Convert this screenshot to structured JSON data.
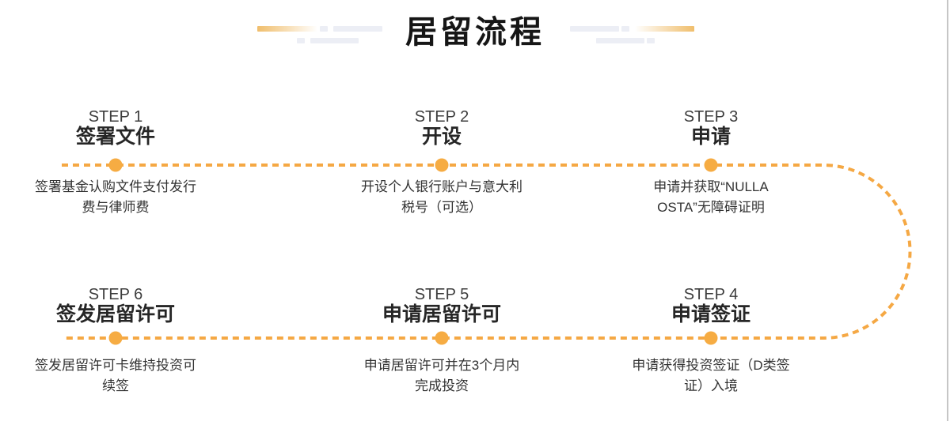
{
  "title": "居留流程",
  "colors": {
    "dash": "#F5A844",
    "dot": "#F6AC43",
    "gold": "#F0BE6C",
    "grayBar": "#ECEEF5"
  },
  "steps": [
    {
      "label": "STEP 1",
      "name": "签署文件",
      "desc_lines": [
        "签署基金认购文件支付发行",
        "费与律师费"
      ]
    },
    {
      "label": "STEP 2",
      "name": "开设",
      "desc_lines": [
        "开设个人银行账户与意大利",
        "税号（可选）"
      ]
    },
    {
      "label": "STEP 3",
      "name": "申请",
      "desc_lines": [
        "申请并获取“NULLA",
        "OSTA”无障碍证明"
      ]
    },
    {
      "label": "STEP 4",
      "name": "申请签证",
      "desc_lines": [
        "申请获得投资签证（D类签",
        "证）入境"
      ]
    },
    {
      "label": "STEP 5",
      "name": "申请居留许可",
      "desc_lines": [
        "申请居留许可并在3个月内",
        "完成投资"
      ]
    },
    {
      "label": "STEP 6",
      "name": "签发居留许可",
      "desc_lines": [
        "签发居留许可卡维持投资可",
        "续签"
      ]
    }
  ]
}
